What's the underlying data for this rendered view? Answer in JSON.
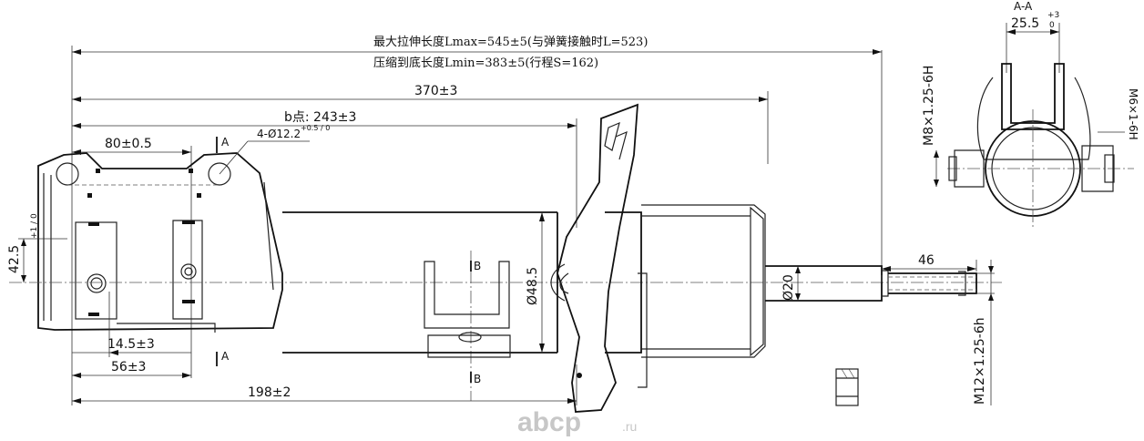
{
  "dimensions": {
    "lmax": "最大拉伸长度Lmax=545±5(与弹簧接触时L=523)",
    "lmin": "压缩到底长度Lmin=383±5(行程S=162)",
    "d370": "370±3",
    "b_point": "b点: 243±3",
    "d80": "80±0.5",
    "holes": "4-Ø12.2",
    "holes_tol": "+0.5 / 0",
    "d42": "42.5",
    "d42_tol": "+1 / 0",
    "d14": "14.5±3",
    "d56": "56±3",
    "d198": "198±2",
    "dia48": "Ø48.5",
    "dia20": "Ø20",
    "d46": "46",
    "m12": "M12×1.25-6h",
    "m8": "M8×1.25-6H",
    "m6": "M6×1-6H",
    "d25": "25.5",
    "d25_tol_top": "+3",
    "d25_tol_bot": "0"
  },
  "section_labels": {
    "aa_title": "A-A",
    "a_mark": "A",
    "b_mark": "B"
  },
  "watermark": {
    "brand": "abcp",
    "suffix": ".ru"
  }
}
